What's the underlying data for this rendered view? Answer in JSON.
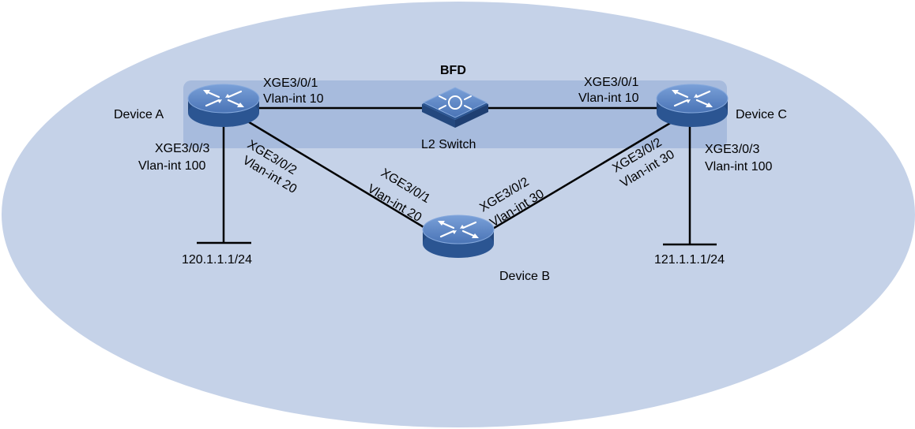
{
  "colors": {
    "background_ellipse": "#c5d2e8",
    "bfd_band": "#a7bbdd",
    "router_top": "#5a84c4",
    "router_side": "#2f5d9e",
    "line": "#000000"
  },
  "bfd_label": "BFD",
  "devices": {
    "a": {
      "name": "Device A",
      "icon": "router-icon"
    },
    "b": {
      "name": "Device B",
      "icon": "router-icon"
    },
    "c": {
      "name": "Device C",
      "icon": "router-icon"
    },
    "switch": {
      "name": "L2 Switch",
      "icon": "switch-icon"
    }
  },
  "interfaces": {
    "a_to_switch": {
      "port": "XGE3/0/1",
      "vlan": "Vlan-int 10"
    },
    "a_to_lan": {
      "port": "XGE3/0/3",
      "vlan": "Vlan-int 100"
    },
    "a_to_b": {
      "port": "XGE3/0/2",
      "vlan": "Vlan-int 20"
    },
    "b_to_a": {
      "port": "XGE3/0/1",
      "vlan": "Vlan-int 20"
    },
    "b_to_c": {
      "port": "XGE3/0/2",
      "vlan": "Vlan-int 30"
    },
    "c_to_b": {
      "port": "XGE3/0/2",
      "vlan": "Vlan-int 30"
    },
    "c_to_switch": {
      "port": "XGE3/0/1",
      "vlan": "Vlan-int 10"
    },
    "c_to_lan": {
      "port": "XGE3/0/3",
      "vlan": "Vlan-int 100"
    }
  },
  "networks": {
    "left": "120.1.1.1/24",
    "right": "121.1.1.1/24"
  }
}
